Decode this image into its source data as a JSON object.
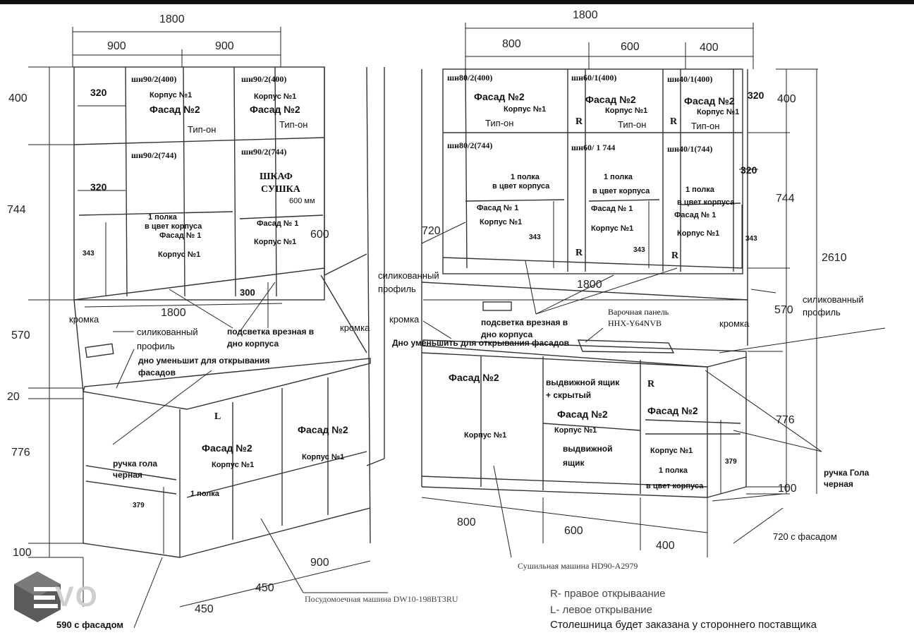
{
  "dimensions": {
    "top_left_total": "1800",
    "top_left_a": "900",
    "top_left_b": "900",
    "top_right_total": "1800",
    "top_right_a": "800",
    "top_right_b": "600",
    "top_right_c": "400",
    "h400_left": "400",
    "h400_right": "400",
    "h744_left": "744",
    "h744_right": "744",
    "h570_left": "570",
    "h570_right": "570",
    "h20": "20",
    "h776_left": "776",
    "h776_right": "776",
    "h100_left": "100",
    "h100_right": "100",
    "h2610": "2610",
    "w320_top": "320",
    "w320_mid": "320",
    "w320_r_top": "320",
    "w320_r_mid": "320",
    "d343_left": "343",
    "d343_r1": "343",
    "d343_r2": "343",
    "d343_r3": "343",
    "d379_left": "379",
    "d379_right": "379",
    "d600": "600",
    "d600mm": "600 мм",
    "d300": "300",
    "d720": "720",
    "d1800_mid_left": "1800",
    "d1800_mid_right": "1800",
    "b900": "900",
    "b450_a": "450",
    "b450_b": "450",
    "b590": "590 с фасадом",
    "b800": "800",
    "b600": "600",
    "b400": "400",
    "b720": "720 с фасадом"
  },
  "cabinets": {
    "lu1": "шн90/2(400)",
    "lu2": "шн90/2(400)",
    "lm1": "шн90/2(744)",
    "lm2": "шн90/2(744)",
    "ru1": "шн80/2(400)",
    "ru2": "шн60/1(400)",
    "ru3": "шн40/1(400)",
    "rm1": "шн80/2(744)",
    "rm2": "шн60/ 1 744",
    "rm3": "шн40/1(744)"
  },
  "labels": {
    "facade1": "Фасад № 1",
    "facade2": "Фасад №2",
    "korpus1": "Корпус №1",
    "tipon": "Тип-он",
    "shelf_color": "1 полка в цвет корпуса",
    "shelf_line1": "1 полка",
    "shelf_line2": "в цвет корпуса",
    "one_shelf": "1 полка",
    "dryer_cab": "ШКАФ СУШКА",
    "dryer_l1": "ШКАФ",
    "dryer_l2": "СУШКА",
    "R": "R",
    "L": "L",
    "drawer_hidden_l1": "выдвижной ящик",
    "drawer_hidden_l2": "+ скрытый",
    "drawer_l1": "выдвижной",
    "drawer_l2": "ящик"
  },
  "notes": {
    "edge": "кромка",
    "silicon_l1": "силикованный",
    "silicon_l2": "профиль",
    "bottom_reduce_l1": "дно уменьшит для открывания",
    "bottom_reduce_l2": "фасадов",
    "bottom_reduce_right": "Дно уменьшить для открывания фасадов",
    "light_l1": "подсветка врезная в",
    "light_l2": "дно корпуса",
    "gola_l1": "ручка гола",
    "gola_l2": "черная",
    "gola_r1": "ручка Гола",
    "gola_r2": "черная",
    "hob_l1": "Варочная панель",
    "hob_l2": "HHX-Y64NVB",
    "dishwasher": "Посудомоечная машина DW10-198BT3RU",
    "washer": "Сушильная машина HD90-A2979"
  },
  "legend": {
    "right_open": "R- правое открываание",
    "left_open": "L- левое открывание",
    "countertop": "Столешница будет заказана у стороннего поставщика"
  },
  "logo": {
    "text": "VO",
    "color": "#cfcfcf"
  }
}
